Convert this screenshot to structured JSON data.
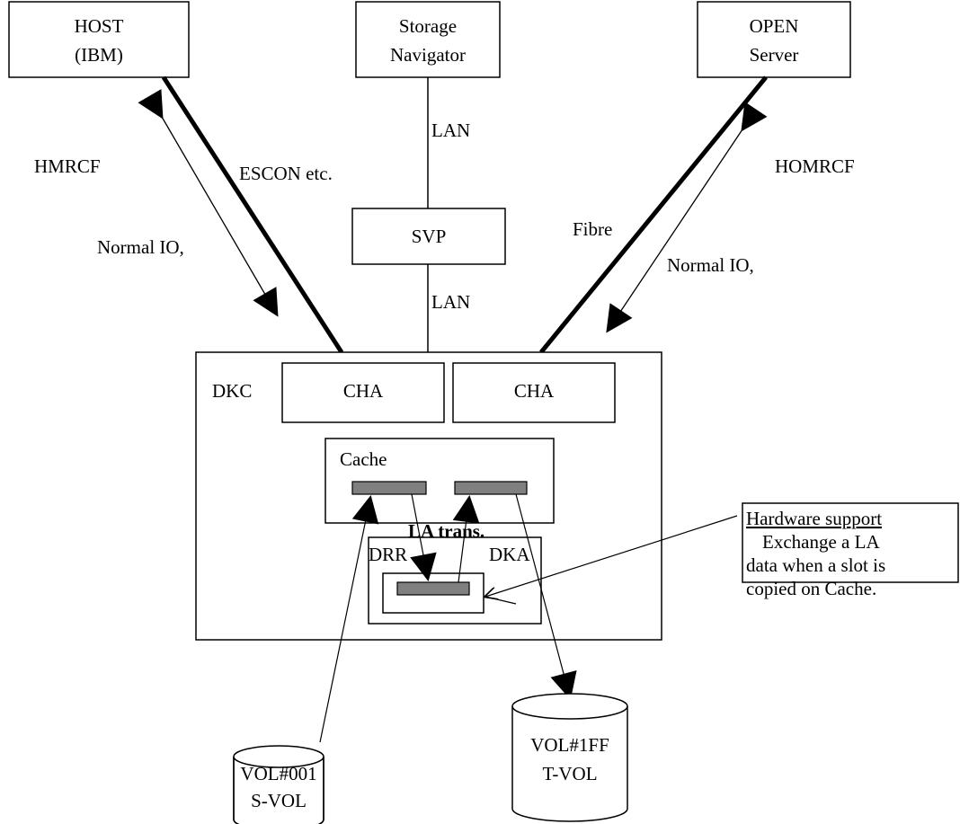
{
  "nodes": {
    "host": {
      "line1": "HOST",
      "line2": "(IBM)"
    },
    "storage_navigator": {
      "line1": "Storage",
      "line2": "Navigator"
    },
    "open_server": {
      "line1": "OPEN",
      "line2": "Server"
    },
    "svp": {
      "label": "SVP"
    },
    "dkc": {
      "label": "DKC"
    },
    "cha_left": {
      "label": "CHA"
    },
    "cha_right": {
      "label": "CHA"
    },
    "cache": {
      "label": "Cache"
    },
    "drr": {
      "label": "DRR"
    },
    "dka": {
      "label": "DKA"
    },
    "s_vol": {
      "line1": "VOL#001",
      "line2": "S-VOL"
    },
    "t_vol": {
      "line1": "VOL#1FF",
      "line2": "T-VOL"
    }
  },
  "edge_labels": {
    "lan_top": "LAN",
    "lan_bottom": "LAN",
    "escon": "ESCON etc.",
    "fibre": "Fibre",
    "hmrcf": "HMRCF",
    "homrcf": "HOMRCF",
    "normal_io_left": "Normal IO,",
    "normal_io_right": "Normal IO,",
    "la_trans": "LA trans."
  },
  "callout": {
    "title": "Hardware support",
    "line1": "Exchange a LA",
    "line2": "data when a slot is",
    "line3": "copied on Cache."
  },
  "colors": {
    "slot_fill": "#808080",
    "stroke": "#000000",
    "background": "#ffffff"
  }
}
